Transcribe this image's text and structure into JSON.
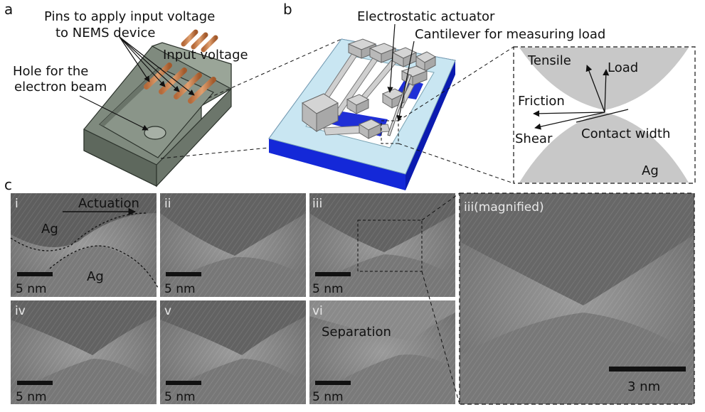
{
  "panel_a": {
    "letter": "a",
    "pins_label_line1": "Pins to apply input voltage",
    "pins_label_line2": "to NEMS device",
    "input_voltage_label": "Input voltage",
    "hole_label_line1": "Hole for the",
    "hole_label_line2": "electron beam"
  },
  "panel_b": {
    "letter": "b",
    "actuator_label": "Electrostatic actuator",
    "cantilever_label": "Cantilever for measuring load",
    "tensile_label": "Tensile",
    "load_label": "Load",
    "friction_label": "Friction",
    "shear_label": "Shear",
    "contact_width_label": "Contact width",
    "ag_label": "Ag"
  },
  "panel_c": {
    "letter": "c",
    "frames": [
      {
        "id": "i",
        "label": "i",
        "scale": "5 nm"
      },
      {
        "id": "ii",
        "label": "ii",
        "scale": "5 nm"
      },
      {
        "id": "iii",
        "label": "iii",
        "scale": "5 nm"
      },
      {
        "id": "iv",
        "label": "iv",
        "scale": "5 nm"
      },
      {
        "id": "v",
        "label": "v",
        "scale": "5 nm"
      },
      {
        "id": "vi",
        "label": "vi",
        "scale": "5 nm"
      }
    ],
    "actuation_label": "Actuation",
    "ag_top": "Ag",
    "ag_bottom": "Ag",
    "separation_label": "Separation",
    "magnified_label": "iii(magnified)",
    "magnified_scale": "3 nm"
  }
}
